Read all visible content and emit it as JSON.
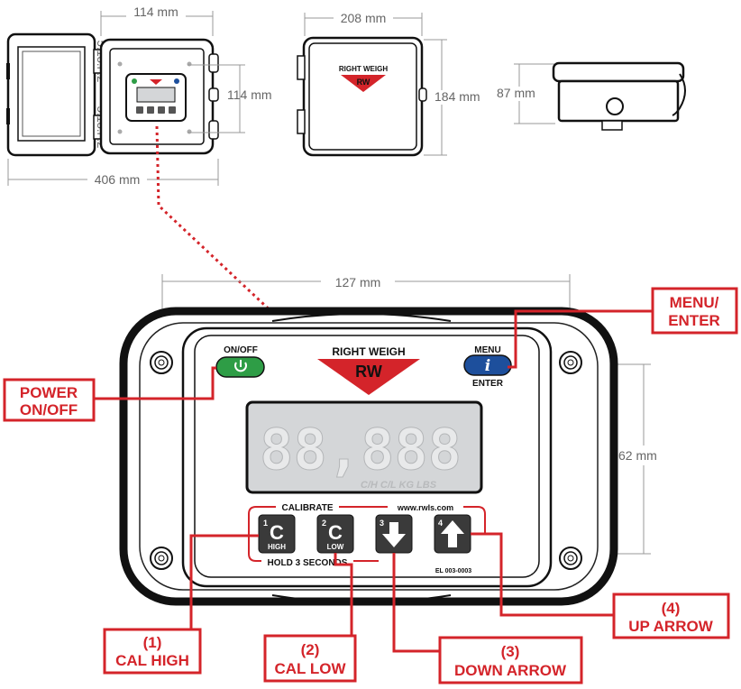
{
  "dimensions": {
    "open_box_width": "114 mm",
    "open_total_width": "406 mm",
    "open_panel_height": "114 mm",
    "front_width": "208 mm",
    "front_height": "184 mm",
    "side_height": "87 mm",
    "panel_width": "127 mm",
    "panel_height": "62 mm"
  },
  "brand": {
    "name": "RIGHT WEIGH",
    "logo_text": "RW",
    "website": "www.rwls.com",
    "model": "EL 003-0003",
    "side_label": "5.18.P.2"
  },
  "panel": {
    "onoff_label": "ON/OFF",
    "menu_label": "MENU",
    "enter_label": "ENTER",
    "menu_icon": "i",
    "calibrate_label": "CALIBRATE",
    "hold_label": "HOLD 3 SECONDS",
    "display_digits": "88,888",
    "display_indicators": "C/H  C/L  KG LBS"
  },
  "keys": [
    {
      "num": "1",
      "glyph": "C",
      "sub": "HIGH",
      "icon": "cal-high-icon"
    },
    {
      "num": "2",
      "glyph": "C",
      "sub": "LOW",
      "icon": "cal-low-icon"
    },
    {
      "num": "3",
      "glyph": "",
      "sub": "",
      "icon": "down-arrow-icon"
    },
    {
      "num": "4",
      "glyph": "",
      "sub": "",
      "icon": "up-arrow-icon"
    }
  ],
  "callouts": {
    "power": [
      "POWER",
      "ON/OFF"
    ],
    "menu": [
      "MENU/",
      "ENTER"
    ],
    "cal_high": [
      "(1)",
      "CAL HIGH"
    ],
    "cal_low": [
      "(2)",
      "CAL LOW"
    ],
    "down": [
      "(3)",
      "DOWN ARROW"
    ],
    "up": [
      "(4)",
      "UP ARROW"
    ]
  },
  "colors": {
    "accent_red": "#d4242a",
    "power_green": "#2e9d46",
    "menu_blue": "#1d4f9c",
    "display_grey": "#d4d6d8"
  }
}
